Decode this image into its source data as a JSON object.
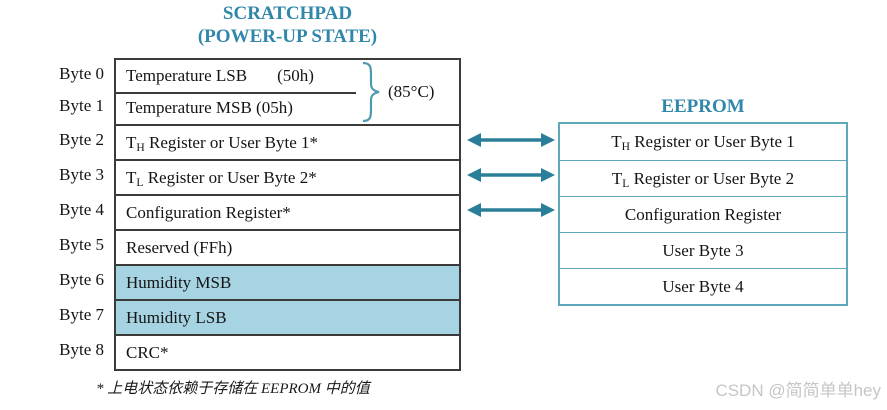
{
  "colors": {
    "heading": "#3187a9",
    "arrow": "#2b7e97",
    "brace": "#4f9ab1",
    "table_border": "#3b3b3b",
    "eeprom_border": "#5fa8ba",
    "highlight": "#a6d4e2",
    "watermark": "#c6c6c6"
  },
  "scratchpad": {
    "title_line1": "SCRATCHPAD",
    "title_line2": "(POWER-UP STATE)",
    "byte_labels": [
      "Byte 0",
      "Byte 1",
      "Byte 2",
      "Byte 3",
      "Byte 4",
      "Byte 5",
      "Byte 6",
      "Byte 7",
      "Byte 8"
    ],
    "temp_annotation": "(85°C)",
    "rows": [
      {
        "text": "Temperature LSB",
        "hex": "(50h)"
      },
      {
        "text": "Temperature MSB (05h)"
      },
      {
        "base": "T",
        "sub": "H",
        "rest": " Register or User Byte 1*"
      },
      {
        "base": "T",
        "sub": "L",
        "rest": " Register or User Byte 2*"
      },
      {
        "text": "Configuration Register*"
      },
      {
        "text": "Reserved (FFh)"
      },
      {
        "text": "Humidity MSB",
        "highlighted": true
      },
      {
        "text": "Humidity LSB",
        "highlighted": true
      },
      {
        "text": "CRC*"
      }
    ]
  },
  "eeprom": {
    "title": "EEPROM",
    "rows": [
      {
        "base": "T",
        "sub": "H",
        "rest": " Register or User Byte 1"
      },
      {
        "base": "T",
        "sub": "L",
        "rest": " Register or User Byte 2"
      },
      {
        "text": "Configuration Register"
      },
      {
        "text": "User Byte 3"
      },
      {
        "text": "User Byte 4"
      }
    ]
  },
  "footnote": "* 上电状态依赖于存储在 EEPROM 中的值",
  "watermark": "CSDN @简简单单hey"
}
